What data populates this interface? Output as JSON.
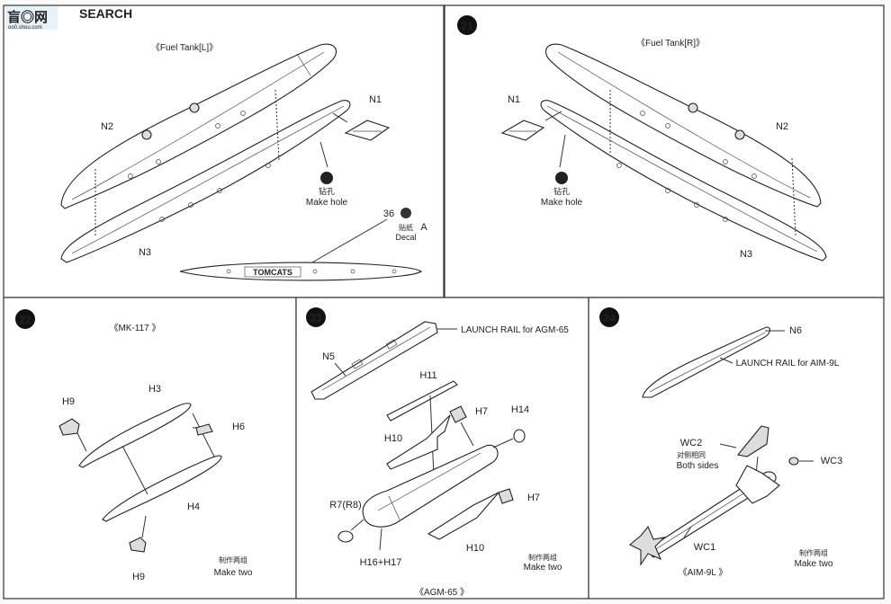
{
  "watermark": {
    "text": "SEARCH",
    "subtext": "oo0.shou.com"
  },
  "steps": [
    {
      "number": "",
      "title": "《Fuel Tank[L]》",
      "labels": {
        "n1": "N1",
        "n2": "N2",
        "n3": "N3"
      },
      "hole": {
        "icon": "drill-hole-icon",
        "cn": "钻孔",
        "en": "Make hole"
      },
      "decal": {
        "number": "36",
        "cn": "贴纸",
        "en": "Decal",
        "sheet": "A",
        "icon": "decal-icon",
        "text": "TOMCATS"
      }
    },
    {
      "number": "21",
      "title": "《Fuel Tank[R]》",
      "labels": {
        "n1": "N1",
        "n2": "N2",
        "n3": "N3"
      },
      "hole": {
        "icon": "drill-hole-icon",
        "cn": "钻孔",
        "en": "Make hole"
      }
    },
    {
      "number": "22",
      "title": "《MK-117 》",
      "labels": {
        "h3": "H3",
        "h4": "H4",
        "h6": "H6",
        "h9a": "H9",
        "h9b": "H9"
      },
      "note": {
        "cn": "制作两组",
        "en": "Make two"
      }
    },
    {
      "number": "23",
      "title": "《AGM-65 》",
      "labels": {
        "rail": "LAUNCH RAIL for AGM-65",
        "n5": "N5",
        "h11": "H11",
        "h7a": "H7",
        "h14": "H14",
        "h10a": "H10",
        "h7b": "H7",
        "r7": "R7(R8)",
        "h16": "H16+H17",
        "h10b": "H10"
      },
      "note": {
        "cn": "制作两组",
        "en": "Make two"
      }
    },
    {
      "number": "24",
      "title": "《AIM-9L 》",
      "labels": {
        "n6": "N6",
        "rail": "LAUNCH RAIL for AIM-9L",
        "wc2": "WC2",
        "wc3": "WC3",
        "wc1": "WC1"
      },
      "sides": {
        "cn": "对侧相同",
        "en": "Both  sides"
      },
      "note": {
        "cn": "制作两组",
        "en": "Make two"
      }
    }
  ]
}
